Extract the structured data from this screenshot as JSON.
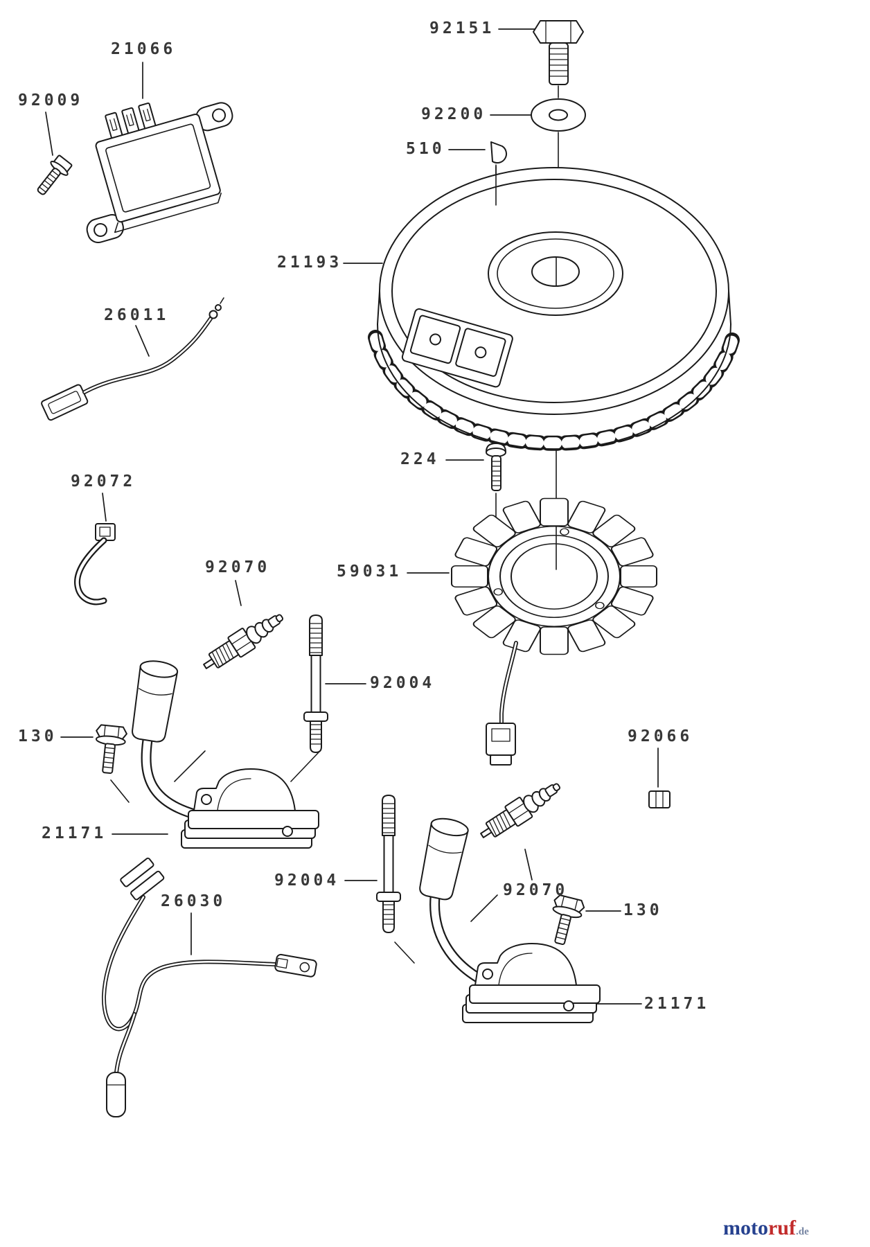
{
  "diagram": {
    "background": "#ffffff",
    "line_color": "#1a1a1a",
    "label_color": "#383838"
  },
  "labels": [
    {
      "part": "92151",
      "text": "92151"
    },
    {
      "part": "92200",
      "text": "92200"
    },
    {
      "part": "510",
      "text": "510"
    },
    {
      "part": "21066",
      "text": "21066"
    },
    {
      "part": "92009",
      "text": "92009"
    },
    {
      "part": "21193",
      "text": "21193"
    },
    {
      "part": "26011",
      "text": "26011"
    },
    {
      "part": "224",
      "text": "224"
    },
    {
      "part": "92072",
      "text": "92072"
    },
    {
      "part": "59031",
      "text": "59031"
    },
    {
      "part": "92070",
      "text": "92070"
    },
    {
      "part": "92004",
      "text": "92004"
    },
    {
      "part": "130",
      "text": "130"
    },
    {
      "part": "21171",
      "text": "21171"
    },
    {
      "part": "92066",
      "text": "92066"
    },
    {
      "part": "92070",
      "text": "92070"
    },
    {
      "part": "92004",
      "text": "92004"
    },
    {
      "part": "26030",
      "text": "26030"
    },
    {
      "part": "130",
      "text": "130"
    },
    {
      "part": "21171",
      "text": "21171"
    }
  ],
  "watermark": {
    "part1": "moto",
    "part2": "ruf",
    "suffix": ".de",
    "color_blue": "#26418f",
    "color_red": "#c22b2b"
  }
}
